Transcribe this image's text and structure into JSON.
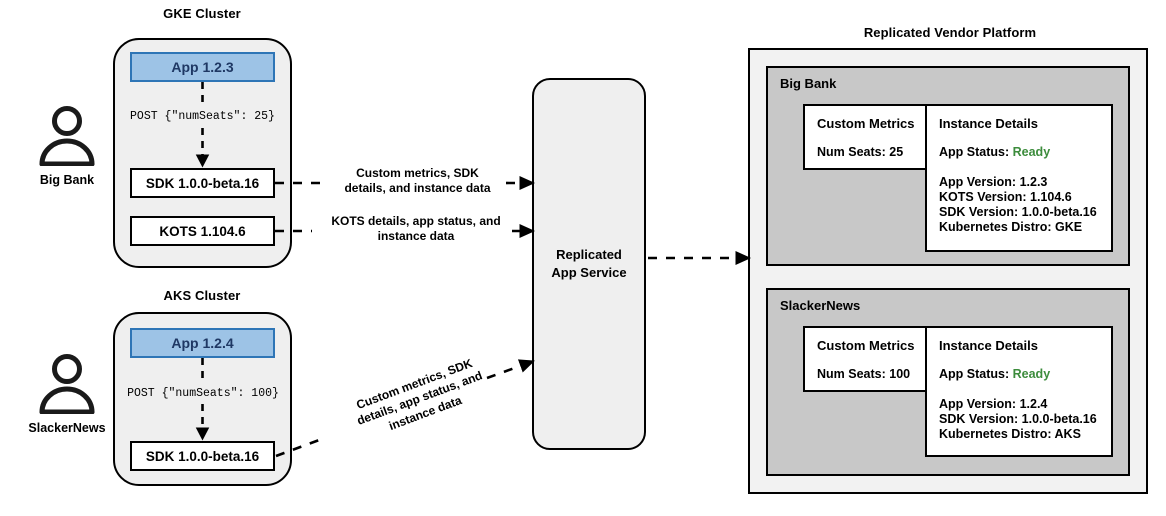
{
  "diagram": {
    "title_gke": "GKE Cluster",
    "title_aks": "AKS Cluster",
    "title_platform": "Replicated Vendor Platform"
  },
  "personas": [
    {
      "name": "Big Bank",
      "icon": "person-icon"
    },
    {
      "name": "SlackerNews",
      "icon": "person-icon"
    }
  ],
  "gke_cluster": {
    "app_box": "App 1.2.3",
    "post_text": "POST {\"numSeats\": 25}",
    "sdk_box": "SDK 1.0.0-beta.16",
    "kots_box": "KOTS 1.104.6"
  },
  "aks_cluster": {
    "app_box": "App 1.2.4",
    "post_text": "POST {\"numSeats\": 100}",
    "sdk_box": "SDK 1.0.0-beta.16"
  },
  "edges": {
    "sdk_label_line1": "Custom metrics, SDK",
    "sdk_label_line2": "details, and instance data",
    "kots_label_line1": "KOTS details, app status, and",
    "kots_label_line2": "instance data",
    "aks_label_line1": "Custom metrics, SDK",
    "aks_label_line2": "details, app status, and",
    "aks_label_line3": "instance data"
  },
  "service": {
    "label_line1": "Replicated",
    "label_line2": "App Service"
  },
  "tenants": [
    {
      "name": "Big Bank",
      "metrics": {
        "title": "Custom Metrics",
        "seats_label": "Num Seats: 25"
      },
      "details": {
        "title": "Instance Details",
        "status_label": "App Status:",
        "status_value": "Ready",
        "lines": [
          "App Version: 1.2.3",
          "KOTS Version: 1.104.6",
          "SDK Version: 1.0.0-beta.16",
          "Kubernetes Distro: GKE"
        ]
      }
    },
    {
      "name": "SlackerNews",
      "metrics": {
        "title": "Custom Metrics",
        "seats_label": "Num Seats: 100"
      },
      "details": {
        "title": "Instance Details",
        "status_label": "App Status:",
        "status_value": "Ready",
        "lines": [
          "App Version: 1.2.4",
          "SDK Version: 1.0.0-beta.16",
          "Kubernetes Distro: AKS"
        ]
      }
    }
  ],
  "colors": {
    "app_fill": "#9DC3E6",
    "app_border": "#2E75B6",
    "app_text": "#1F3864",
    "cluster_fill": "#EFEFEF",
    "platform_fill": "#F2F2F2",
    "tenant_fill": "#C8C8C8",
    "status_ready": "#3C8C3C",
    "stroke": "#000000"
  }
}
